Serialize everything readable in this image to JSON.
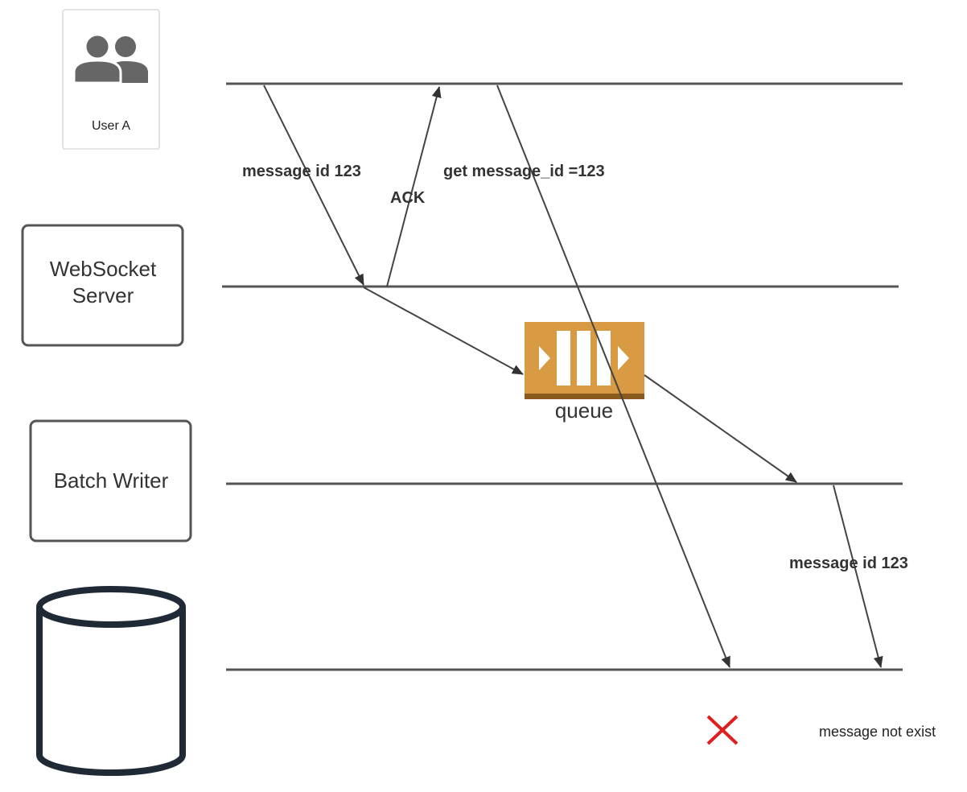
{
  "actors": {
    "user": {
      "label": "User A",
      "icon": "users-icon"
    },
    "websocket": {
      "line1": "WebSocket",
      "line2": "Server"
    },
    "batch_writer": {
      "label": "Batch Writer"
    },
    "database": {
      "icon": "database-cylinder-icon"
    }
  },
  "queue": {
    "label": "queue",
    "icon": "queue-icon",
    "color": "#D89A42",
    "base_color": "#8A5A1E"
  },
  "messages": {
    "send": "message id 123",
    "ack": "ACK",
    "get": "get message_id =123",
    "write": "message id 123"
  },
  "result": {
    "icon": "red-x-icon",
    "text": "message not exist",
    "color": "#E01E1E"
  },
  "colors": {
    "line": "#555555",
    "box_border": "#555555",
    "db_border": "#1F2A36"
  }
}
